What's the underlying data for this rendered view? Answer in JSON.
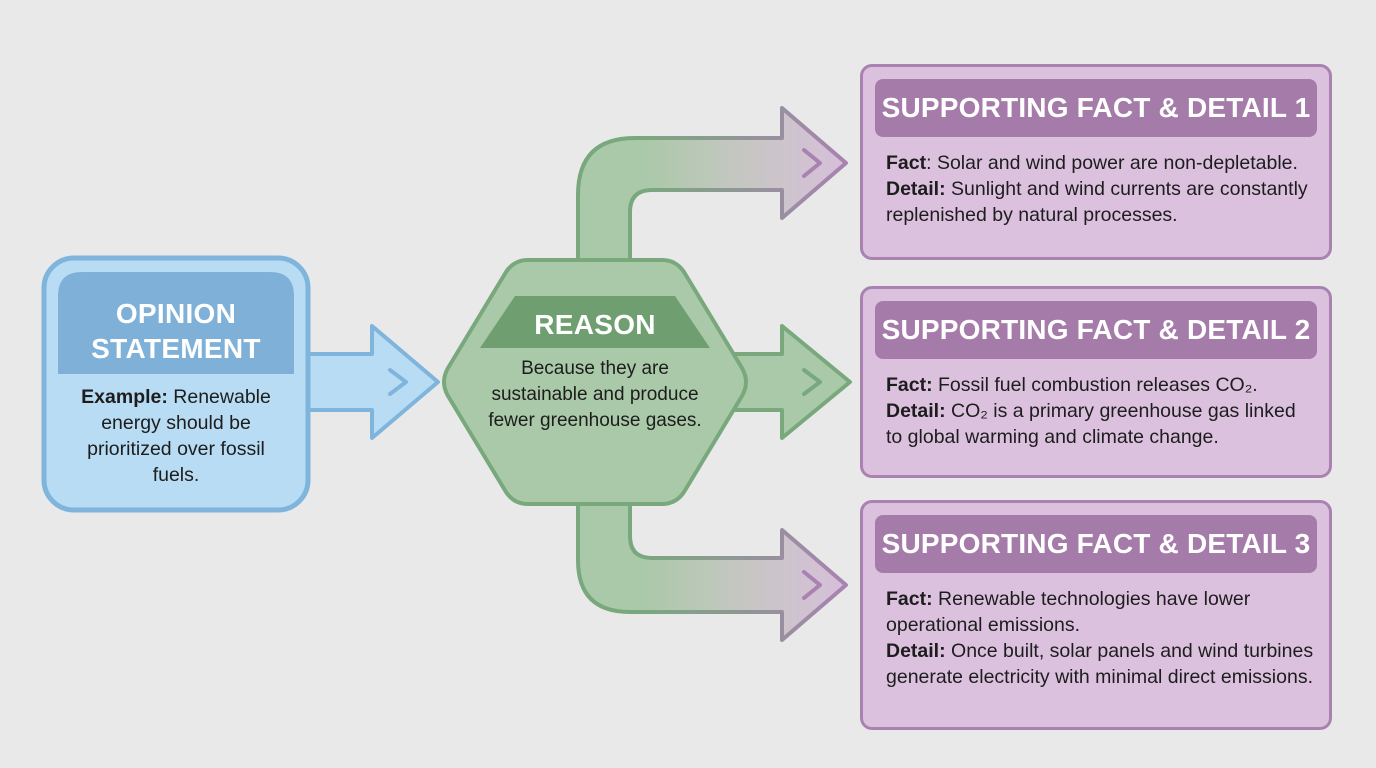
{
  "opinion": {
    "title": "OPINION STATEMENT",
    "example_label": "Example:",
    "example_text": " Renewable energy should be prioritized over fossil fuels."
  },
  "reason": {
    "title": "REASON",
    "text": "Because they are sustainable and produce fewer greenhouse gases."
  },
  "supporting": [
    {
      "title": "SUPPORTING FACT & DETAIL 1",
      "fact_label": "Fact",
      "fact_text": ": Solar and wind power are non-depletable.",
      "detail_label": "Detail:",
      "detail_text": " Sunlight and wind currents are constantly replenished by natural processes."
    },
    {
      "title": "SUPPORTING FACT & DETAIL 2",
      "fact_label": "Fact:",
      "fact_text": " Fossil fuel combustion releases CO₂.",
      "detail_label": "Detail:",
      "detail_text": " CO₂ is a primary greenhouse gas linked to global warming and climate change."
    },
    {
      "title": "SUPPORTING FACT & DETAIL 3",
      "fact_label": "Fact:",
      "fact_text": " Renewable technologies have lower operational emissions.",
      "detail_label": "Detail:",
      "detail_text": " Once built, solar panels and wind turbines generate electricity with minimal direct emissions."
    }
  ],
  "colors": {
    "background": "#e9e9ea",
    "opinion_fill": "#b8dcf3",
    "opinion_border": "#7fb5dd",
    "opinion_header": "#7fb1d8",
    "reason_fill": "#a9c9a8",
    "reason_border": "#7aa87d",
    "reason_header": "#6f9f71",
    "support_fill": "#dcc1df",
    "support_border": "#a982b2",
    "support_header": "#a57ba9"
  }
}
